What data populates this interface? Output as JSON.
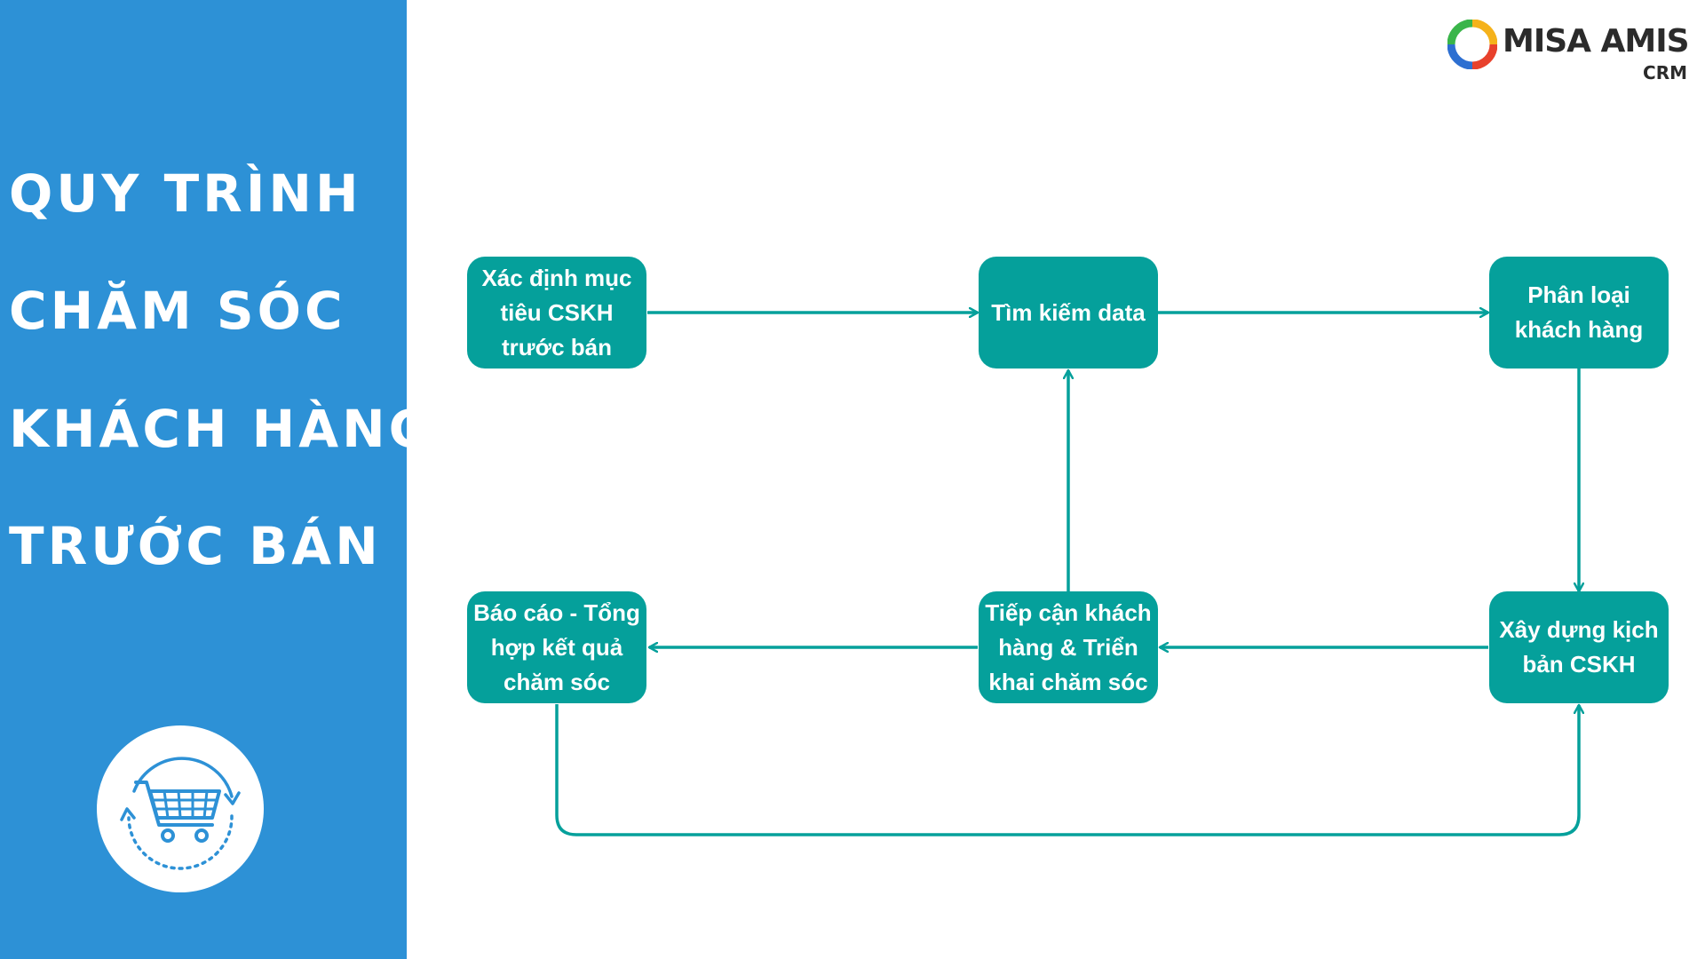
{
  "sidebar": {
    "title_lines": [
      "QUY TRÌNH",
      "CHĂM SÓC",
      "KHÁCH HÀNG",
      "TRƯỚC BÁN"
    ],
    "icon": "shopping-cart-cycle-icon",
    "background_color": "#2d91d6"
  },
  "logo": {
    "name": "MISA AMIS",
    "sub": "CRM",
    "icon": "misa-ring-icon"
  },
  "diagram": {
    "node_color": "#05a09b",
    "edge_color": "#05a09b",
    "nodes": [
      {
        "id": "n1",
        "text": "Xác định mục tiêu CSKH trước bán"
      },
      {
        "id": "n2",
        "text": "Tìm kiếm data"
      },
      {
        "id": "n3",
        "text": "Phân loại khách hàng"
      },
      {
        "id": "n4",
        "text": "Xây dựng kịch bản CSKH"
      },
      {
        "id": "n5",
        "text": "Tiếp cận khách hàng & Triển khai chăm sóc"
      },
      {
        "id": "n6",
        "text": "Báo cáo - Tổng hợp kết quả chăm sóc"
      }
    ],
    "edges": [
      {
        "from": "n1",
        "to": "n2"
      },
      {
        "from": "n2",
        "to": "n3"
      },
      {
        "from": "n3",
        "to": "n4"
      },
      {
        "from": "n4",
        "to": "n5"
      },
      {
        "from": "n5",
        "to": "n2"
      },
      {
        "from": "n5",
        "to": "n6"
      },
      {
        "from": "n6",
        "to": "n4"
      }
    ]
  }
}
